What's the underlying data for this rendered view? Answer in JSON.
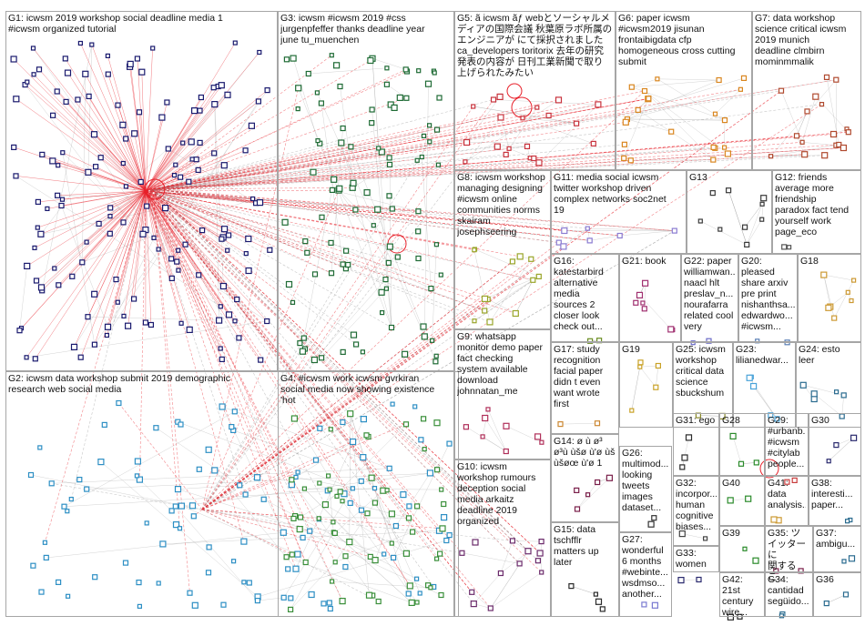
{
  "groups": [
    {
      "id": "G1",
      "label": "G1: icwsm 2019 workshop social deadline media 1\n#icwsm organized tutorial",
      "color": "#1a1a6e"
    },
    {
      "id": "G2",
      "label": "G2: icwsm data workshop submit 2019 demographic\nresearch web social media",
      "color": "#2d8fc4"
    },
    {
      "id": "G3",
      "label": "G3: icwsm #icwsm 2019 #css\njurgenpfeffer thanks deadline year\njune tu_muenchen",
      "color": "#1f6b35"
    },
    {
      "id": "G4",
      "label": "G4: #icwsm work icwsm gvrkiran\nsocial media now showing existence\n'hot",
      "color": "#3a8f3a"
    },
    {
      "id": "G5",
      "label": "G5: ã icwsm ãƒ webとソーシャルメ\nディアの国際会議 秋葉原ラボ所属の\nエンジニアが にて採択されました\nca_developers toritorix 去年の研究\n発表の内容が 日刊工業新聞で取り\n上げられたみたい",
      "color": "#c8323c"
    },
    {
      "id": "G6",
      "label": "G6: paper icwsm\n#icwsm2019 jisunan\nfrontaibigdata cfp\nhomogeneous cross cutting\nsubmit",
      "color": "#d9861f"
    },
    {
      "id": "G7",
      "label": "G7: data workshop\nscience critical icwsm\n2019 munich\ndeadline clmbirn\nmominmmalik",
      "color": "#b04a2f"
    },
    {
      "id": "G8",
      "label": "G8: icwsm workshop\nmanaging designing\n#icwsm online\ncommunities norms\nskairam\njosephseering",
      "color": "#9aa52a"
    },
    {
      "id": "G9",
      "label": "G9: whatsapp\nmonitor demo paper\nfact checking\nsystem available\ndownload\njohnnatan_me",
      "color": "#b0305a"
    },
    {
      "id": "G10",
      "label": "G10: icwsm\nworkshop rumours\ndeception social\nmedia arkaitz\ndeadline 2019\norganized",
      "color": "#6b2b6b"
    },
    {
      "id": "G11",
      "label": "G11: media social icwsm\ntwitter workshop driven\ncomplex networks soc2net\n19",
      "color": "#8a7bd1"
    },
    {
      "id": "G12",
      "label": "G12: friends\naverage more\nfriendship\nparadox fact tend\nyourself work\npage_eco",
      "color": "#555555"
    },
    {
      "id": "G13",
      "label": "G13",
      "color": "#3a3a3a"
    },
    {
      "id": "G14",
      "label": "G14: ø ù ø³\nø³ù ùšø ù'ø ùš\nùšøœ ù'ø 1",
      "color": "#7a1f4a"
    },
    {
      "id": "G15",
      "label": "G15: data\ntschfflr\nmatters up\nlater",
      "color": "#2a2a2a"
    },
    {
      "id": "G16",
      "label": "G16:\nkatestarbird\nalternative\nmedia\nsources 2\ncloser look\ncheck out...",
      "color": "#6b8e23"
    },
    {
      "id": "G17",
      "label": "G17: study\nrecognition\nfacial paper\ndidn t even\nwant wrote\nfirst",
      "color": "#cc8833"
    },
    {
      "id": "G18",
      "label": "G18",
      "color": "#cc9933"
    },
    {
      "id": "G19",
      "label": "G19",
      "color": "#c9a227"
    },
    {
      "id": "G20",
      "label": "G20:\npleased\nshare arxiv\npre print\nnishanthsa...\nedwardwo...\n#icwsm...",
      "color": "#5a7fb5"
    },
    {
      "id": "G21",
      "label": "G21: book",
      "color": "#a03070"
    },
    {
      "id": "G22",
      "label": "G22: paper\nwilliamwan...\nnaacl hlt\npreslav_n...\nnourafarra\nrelated cool\nvery",
      "color": "#6a6ac8"
    },
    {
      "id": "G23",
      "label": "G23:\nlilianedwar...",
      "color": "#4aa3d9"
    },
    {
      "id": "G24",
      "label": "G24: esto\nleer",
      "color": "#2a6b8f"
    },
    {
      "id": "G25",
      "label": "G25: icwsm\nworkshop\ncritical data\nscience\nsbuckshum",
      "color": "#8a8a2a"
    },
    {
      "id": "G26",
      "label": "G26:\nmultimod...\nlooking\ntweets\nimages\ndataset...",
      "color": "#333333"
    },
    {
      "id": "G27",
      "label": "G27:\nwonderful\n6 months\n#webinte...\nwsdmso...\nanother...",
      "color": "#7a7ad1"
    },
    {
      "id": "G28",
      "label": "G28",
      "color": "#2a8a2a"
    },
    {
      "id": "G29",
      "label": "G29:\n#urbanb...\n#icwsm\n#citylab\npeople...",
      "color": "#c83c3c"
    },
    {
      "id": "G30",
      "label": "G30",
      "color": "#2a2a6e"
    },
    {
      "id": "G31",
      "label": "G31: ego",
      "color": "#2a2a2a"
    },
    {
      "id": "G32",
      "label": "G32:\nincorpor...\nhuman\ncognitive\nbiases...",
      "color": "#444444"
    },
    {
      "id": "G33",
      "label": "G33:\nwomen",
      "color": "#2a2a6e"
    },
    {
      "id": "G34",
      "label": "G34:\ncantidad\nsegüido...",
      "color": "#2a6b8f"
    },
    {
      "id": "G35",
      "label": "G35: ツ\nイッターに\n関するこ...",
      "color": "#7a1f4a"
    },
    {
      "id": "G36",
      "label": "G36",
      "color": "#2a6b8f"
    },
    {
      "id": "G37",
      "label": "G37:\nambigu...",
      "color": "#2a6b8f"
    },
    {
      "id": "G38",
      "label": "G38:\ninteresti...\npaper...",
      "color": "#2a6b8f"
    },
    {
      "id": "G39",
      "label": "G39",
      "color": "#2a8a2a"
    },
    {
      "id": "G40",
      "label": "G40",
      "color": "#2a8a2a"
    },
    {
      "id": "G41",
      "label": "G41:\ndata\nanalysis...",
      "color": "#cc9933"
    },
    {
      "id": "G42",
      "label": "G42: 21st\ncentury\nwire...",
      "color": "#2a2a2a"
    }
  ],
  "edge_colors": {
    "primary": "#e8202a",
    "secondary": "#9a9a9a"
  }
}
